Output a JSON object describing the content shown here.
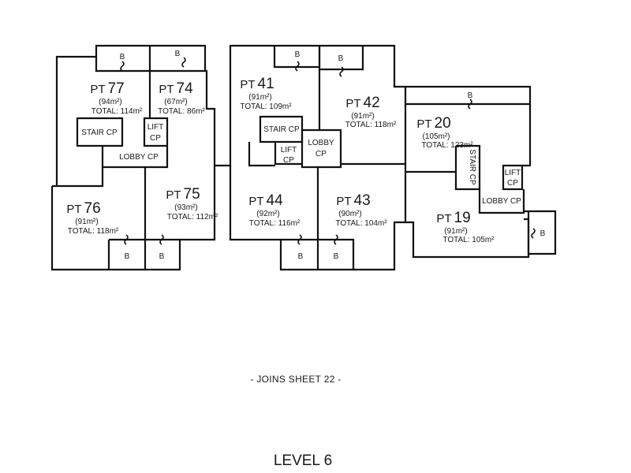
{
  "units": {
    "pt77": {
      "prefix": "PT",
      "num": "77",
      "area": "(94m²)",
      "total": "TOTAL: 114m²"
    },
    "pt74": {
      "prefix": "PT",
      "num": "74",
      "area": "(67m²)",
      "total": "TOTAL: 86m²"
    },
    "pt41": {
      "prefix": "PT",
      "num": "41",
      "area": "(91m²)",
      "total": "TOTAL: 109m²"
    },
    "pt42": {
      "prefix": "PT",
      "num": "42",
      "area": "(91m²)",
      "total": "TOTAL: 118m²"
    },
    "pt20": {
      "prefix": "PT",
      "num": "20",
      "area": "(105m²)",
      "total": "TOTAL: 123m²"
    },
    "pt76": {
      "prefix": "PT",
      "num": "76",
      "area": "(91m²)",
      "total": "TOTAL: 118m²"
    },
    "pt75": {
      "prefix": "PT",
      "num": "75",
      "area": "(93m²)",
      "total": "TOTAL: 112m²"
    },
    "pt44": {
      "prefix": "PT",
      "num": "44",
      "area": "(92m²)",
      "total": "TOTAL: 116m²"
    },
    "pt43": {
      "prefix": "PT",
      "num": "43",
      "area": "(90m²)",
      "total": "TOTAL: 104m²"
    },
    "pt19": {
      "prefix": "PT",
      "num": "19",
      "area": "(91m²)",
      "total": "TOTAL: 105m²"
    }
  },
  "labels": {
    "balcony": "B",
    "stair": "STAIR CP",
    "lift_1": "LIFT",
    "lift_2": "CP",
    "lobby": "LOBBY CP",
    "lobby_1": "LOBBY",
    "lobby_2": "CP"
  },
  "footer": {
    "joins": "- JOINS SHEET 22 -",
    "level": "LEVEL 6"
  }
}
